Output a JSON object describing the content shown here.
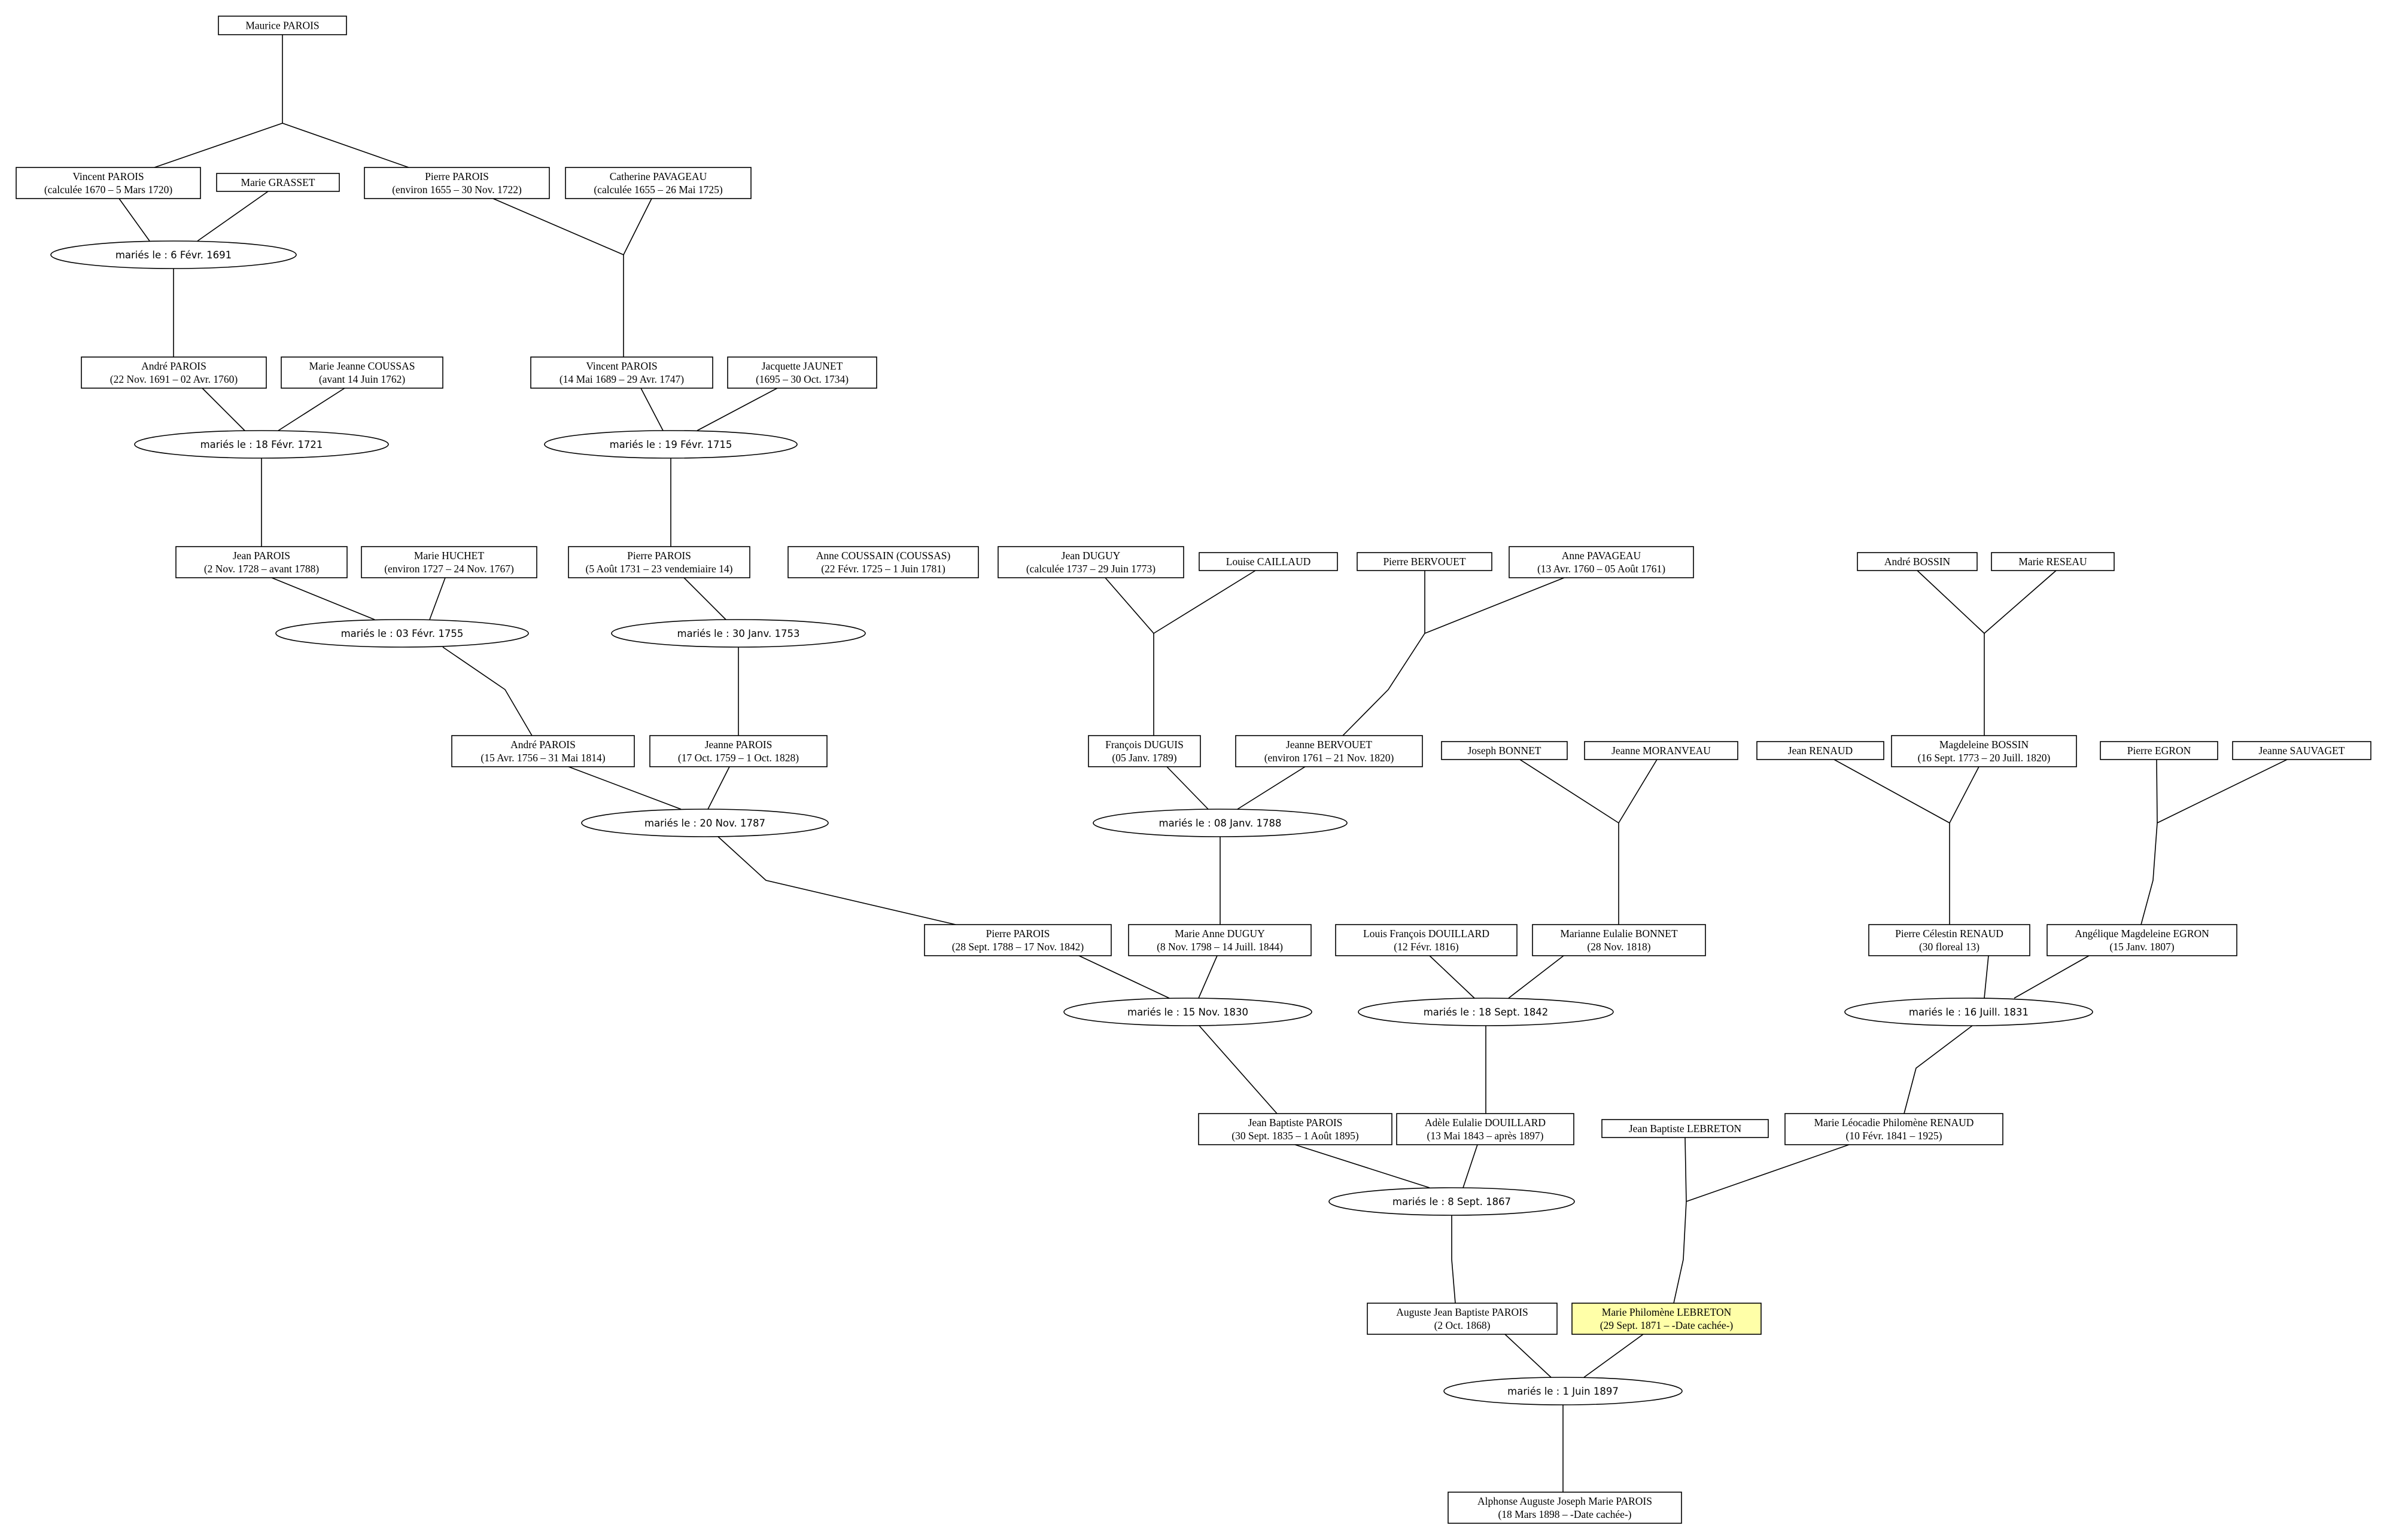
{
  "highlight_color": "#ffffa8",
  "people": {
    "p1": {
      "name": "Maurice PAROIS",
      "dates": ""
    },
    "p2": {
      "name": "Vincent PAROIS",
      "dates": "(calculée 1670 – 5 Mars 1720)"
    },
    "p3": {
      "name": "Marie GRASSET",
      "dates": ""
    },
    "p4": {
      "name": "Pierre PAROIS",
      "dates": "(environ 1655 – 30 Nov. 1722)"
    },
    "p5": {
      "name": "Catherine PAVAGEAU",
      "dates": "(calculée 1655 – 26 Mai 1725)"
    },
    "p6": {
      "name": "André PAROIS",
      "dates": "(22 Nov. 1691 – 02 Avr. 1760)"
    },
    "p7": {
      "name": "Marie Jeanne COUSSAS",
      "dates": "(avant 14 Juin 1762)"
    },
    "p8": {
      "name": "Vincent PAROIS",
      "dates": "(14 Mai 1689 – 29 Avr. 1747)"
    },
    "p9": {
      "name": "Jacquette JAUNET",
      "dates": "(1695 – 30 Oct. 1734)"
    },
    "p10": {
      "name": "Jean PAROIS",
      "dates": "(2 Nov. 1728 – avant 1788)"
    },
    "p11": {
      "name": "Marie HUCHET",
      "dates": "(environ 1727 – 24 Nov. 1767)"
    },
    "p12": {
      "name": "Pierre PAROIS",
      "dates": "(5 Août 1731 – 23 vendemiaire 14)"
    },
    "p13": {
      "name": "Anne COUSSAIN (COUSSAS)",
      "dates": "(22 Févr. 1725 – 1 Juin 1781)"
    },
    "p14": {
      "name": "Jean DUGUY",
      "dates": "(calculée 1737 – 29 Juin 1773)"
    },
    "p15": {
      "name": "Louise CAILLAUD",
      "dates": ""
    },
    "p16": {
      "name": "Pierre BERVOUET",
      "dates": ""
    },
    "p17": {
      "name": "Anne PAVAGEAU",
      "dates": "(13 Avr. 1760 – 05 Août 1761)"
    },
    "p18": {
      "name": "André BOSSIN",
      "dates": ""
    },
    "p19": {
      "name": "Marie RESEAU",
      "dates": ""
    },
    "p20": {
      "name": "André PAROIS",
      "dates": "(15 Avr. 1756 – 31 Mai 1814)"
    },
    "p21": {
      "name": "Jeanne PAROIS",
      "dates": "(17 Oct. 1759 – 1 Oct. 1828)"
    },
    "p22": {
      "name": "François DUGUIS",
      "dates": "(05 Janv. 1789)"
    },
    "p23": {
      "name": "Jeanne BERVOUET",
      "dates": "(environ 1761 – 21 Nov. 1820)"
    },
    "p24": {
      "name": "Joseph BONNET",
      "dates": ""
    },
    "p25": {
      "name": "Jeanne MORANVEAU",
      "dates": ""
    },
    "p26": {
      "name": "Jean RENAUD",
      "dates": ""
    },
    "p27": {
      "name": "Magdeleine BOSSIN",
      "dates": "(16 Sept. 1773 – 20 Juill. 1820)"
    },
    "p28": {
      "name": "Pierre EGRON",
      "dates": ""
    },
    "p29": {
      "name": "Jeanne SAUVAGET",
      "dates": ""
    },
    "p30": {
      "name": "Pierre PAROIS",
      "dates": "(28 Sept. 1788 – 17 Nov. 1842)"
    },
    "p31": {
      "name": "Marie Anne DUGUY",
      "dates": "(8 Nov. 1798 – 14 Juill. 1844)"
    },
    "p32": {
      "name": "Louis François DOUILLARD",
      "dates": "(12 Févr. 1816)"
    },
    "p33": {
      "name": "Marianne Eulalie BONNET",
      "dates": "(28 Nov. 1818)"
    },
    "p34": {
      "name": "Pierre Célestin RENAUD",
      "dates": "(30 floreal 13)"
    },
    "p35": {
      "name": "Angélique Magdeleine EGRON",
      "dates": "(15 Janv. 1807)"
    },
    "p36": {
      "name": "Jean Baptiste PAROIS",
      "dates": "(30 Sept. 1835 – 1 Août 1895)"
    },
    "p37": {
      "name": "Adèle Eulalie DOUILLARD",
      "dates": "(13 Mai 1843 – après 1897)"
    },
    "p38": {
      "name": "Jean Baptiste LEBRETON",
      "dates": ""
    },
    "p39": {
      "name": "Marie Léocadie Philomène RENAUD",
      "dates": "(10 Févr. 1841 – 1925)"
    },
    "p40": {
      "name": "Auguste Jean Baptiste PAROIS",
      "dates": "(2 Oct. 1868)"
    },
    "p41": {
      "name": "Marie Philomène LEBRETON",
      "dates": "(29 Sept. 1871 – -Date cachée-)"
    },
    "p42": {
      "name": "Alphonse Auguste Joseph Marie PAROIS",
      "dates": "(18 Mars 1898 – -Date cachée-)"
    }
  },
  "unions": {
    "m1": "mariés le : 6 Févr. 1691",
    "m2": "mariés le : 18 Févr. 1721",
    "m3": "mariés le : 19 Févr. 1715",
    "m4": "mariés le : 03 Févr. 1755",
    "m5": "mariés le : 30 Janv. 1753",
    "m6": "mariés le : 20 Nov. 1787",
    "m7": "mariés le : 08 Janv. 1788",
    "m8": "mariés le : 15 Nov. 1830",
    "m9": "mariés le : 18 Sept. 1842",
    "m10": "mariés le : 16 Juill. 1831",
    "m11": "mariés le : 8 Sept. 1867",
    "m12": "mariés le : 1 Juin 1897"
  }
}
